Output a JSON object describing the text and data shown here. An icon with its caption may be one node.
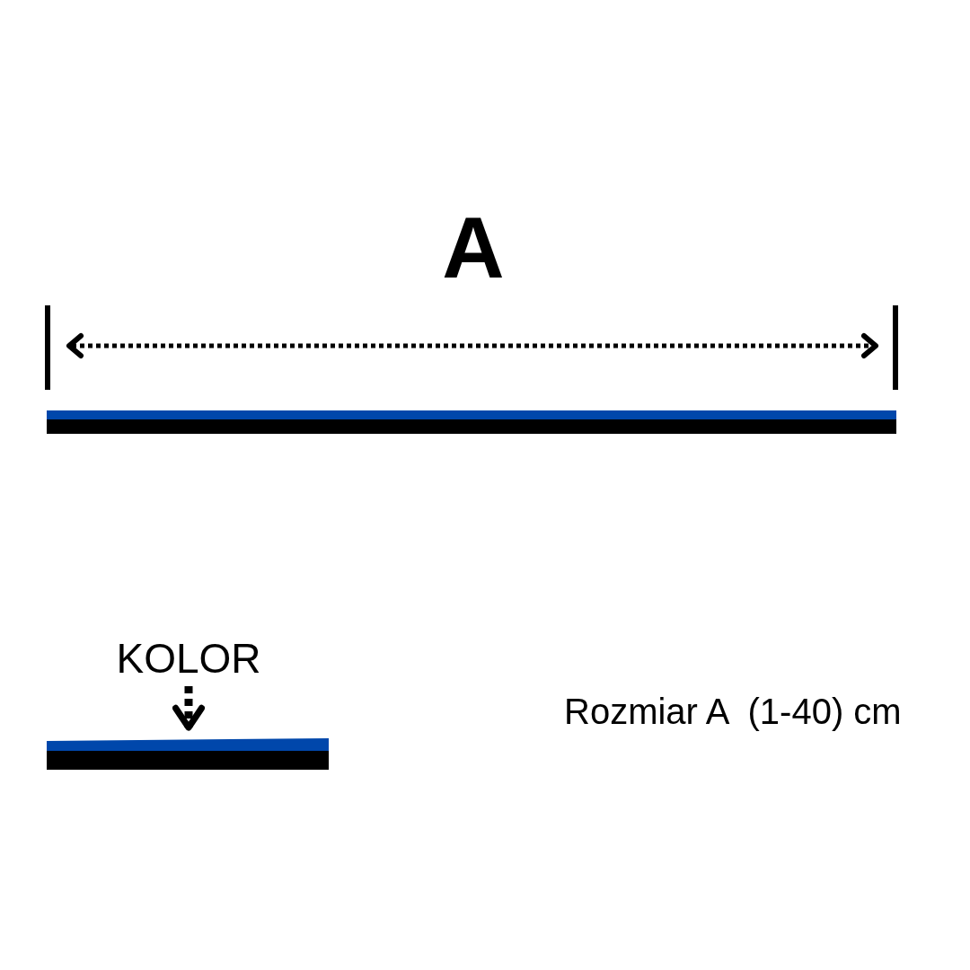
{
  "diagram": {
    "nodes": [
      {
        "text": [
          "KOLOR"
        ]
      },
      {
        "text": [],
        "shape": "bar"
      }
    ],
    "edges": [
      {
        "from": 0,
        "to": 1,
        "arrow": "to",
        "style": "dashed"
      }
    ],
    "labels": [
      "A",
      "Rozmiar A  (1-40) cm"
    ]
  }
}
